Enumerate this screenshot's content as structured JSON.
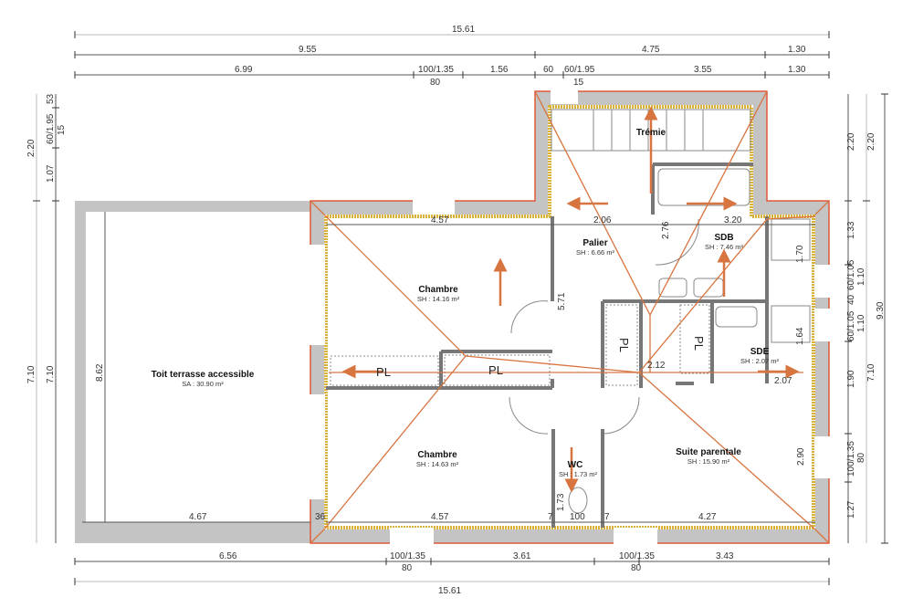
{
  "dimensions": {
    "top_total": "15.61",
    "top_row2": [
      "9.55",
      "4.75",
      "1.30"
    ],
    "top_row3": [
      "6.99",
      "100/1.35",
      "80",
      "1.56",
      "60",
      "60/1.95",
      "15",
      "3.55",
      "1.30"
    ],
    "bottom_row1": [
      "6.56",
      "100/1.35",
      "80",
      "3.61",
      "100/1.35",
      "80",
      "3.43"
    ],
    "bottom_total": "15.61",
    "left_col1": [
      "2.20",
      "7.10"
    ],
    "left_col2": [
      "53",
      "60/1.95",
      "15",
      "1.07",
      "7.10"
    ],
    "right_col1": [
      "2.20",
      "1.33",
      "60/1.05",
      "1.10",
      "40",
      "60/1.05",
      "1.10",
      "1.90",
      "100/1.35",
      "80",
      "1.27"
    ],
    "right_col2": [
      "2.20",
      "7.10"
    ],
    "right_total": "9.30",
    "interior": [
      "4.57",
      "5.71",
      "2.06",
      "2.76",
      "3.20",
      "1.70",
      "1.64",
      "2.12",
      "2.07",
      "2.90",
      "4.67",
      "36",
      "4.57",
      "100",
      "4.27",
      "1.73",
      "8.62",
      "7"
    ]
  },
  "rooms": {
    "tremie": {
      "name": "Trémie"
    },
    "palier": {
      "name": "Palier",
      "area": "SH : 6.66 m²"
    },
    "sdb": {
      "name": "SDB",
      "area": "SH : 7.46 m²"
    },
    "sde": {
      "name": "SDE",
      "area": "SH : 2.07 m²"
    },
    "chambre1": {
      "name": "Chambre",
      "area": "SH : 14.16 m²"
    },
    "chambre2": {
      "name": "Chambre",
      "area": "SH : 14.63 m²"
    },
    "wc": {
      "name": "WC",
      "area": "SH : 1.73 m²"
    },
    "suite": {
      "name": "Suite parentale",
      "area": "SH : 15.90 m²"
    },
    "terrasse": {
      "name": "Toit terrasse accessible",
      "area": "SA : 30.90 m²"
    }
  },
  "closet_label": "PL",
  "colors": {
    "roof_line": "#d8743f",
    "wall": "#c4c4c4",
    "insulation": "#d9b23c",
    "outline": "#e05a3a"
  }
}
